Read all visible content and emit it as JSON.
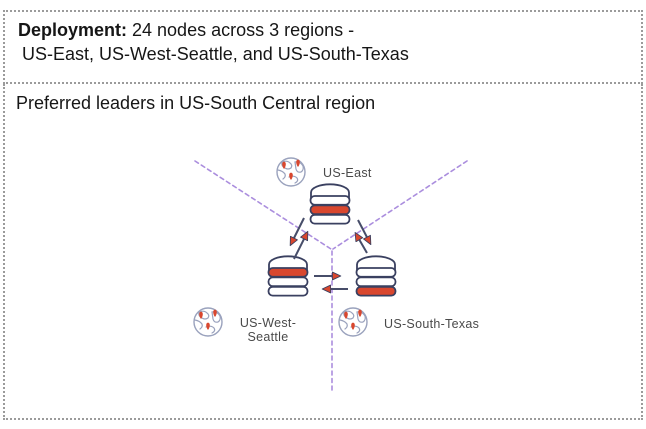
{
  "deployment_panel": {
    "heading_bold": "Deployment:",
    "heading_rest": " 24 nodes across 3 regions -",
    "line2": "US-East, US-West-Seattle, and US-South-Texas"
  },
  "leaders_panel": {
    "title": "Preferred leaders in US-South Central region"
  },
  "diagram": {
    "regions": {
      "east": {
        "label": "US-East"
      },
      "west": {
        "label_line1": "US-West-",
        "label_line2": "Seattle"
      },
      "south": {
        "label": "US-South-Texas"
      }
    },
    "icons": {
      "globe": "globe-with-location-pins-icon",
      "database": "database-cylinder-icon",
      "arrow": "replication-arrow-icon"
    },
    "colors": {
      "leader_red": "#d9472e",
      "node_outline_navy": "#3a4060",
      "region_boundary_purple": "#ab8ede",
      "arrow_shaft_navy": "#474d69",
      "globe_outline": "#9aa2bd",
      "panel_border_gray": "#9b9b9b",
      "label_gray": "#4a4a4a"
    }
  }
}
